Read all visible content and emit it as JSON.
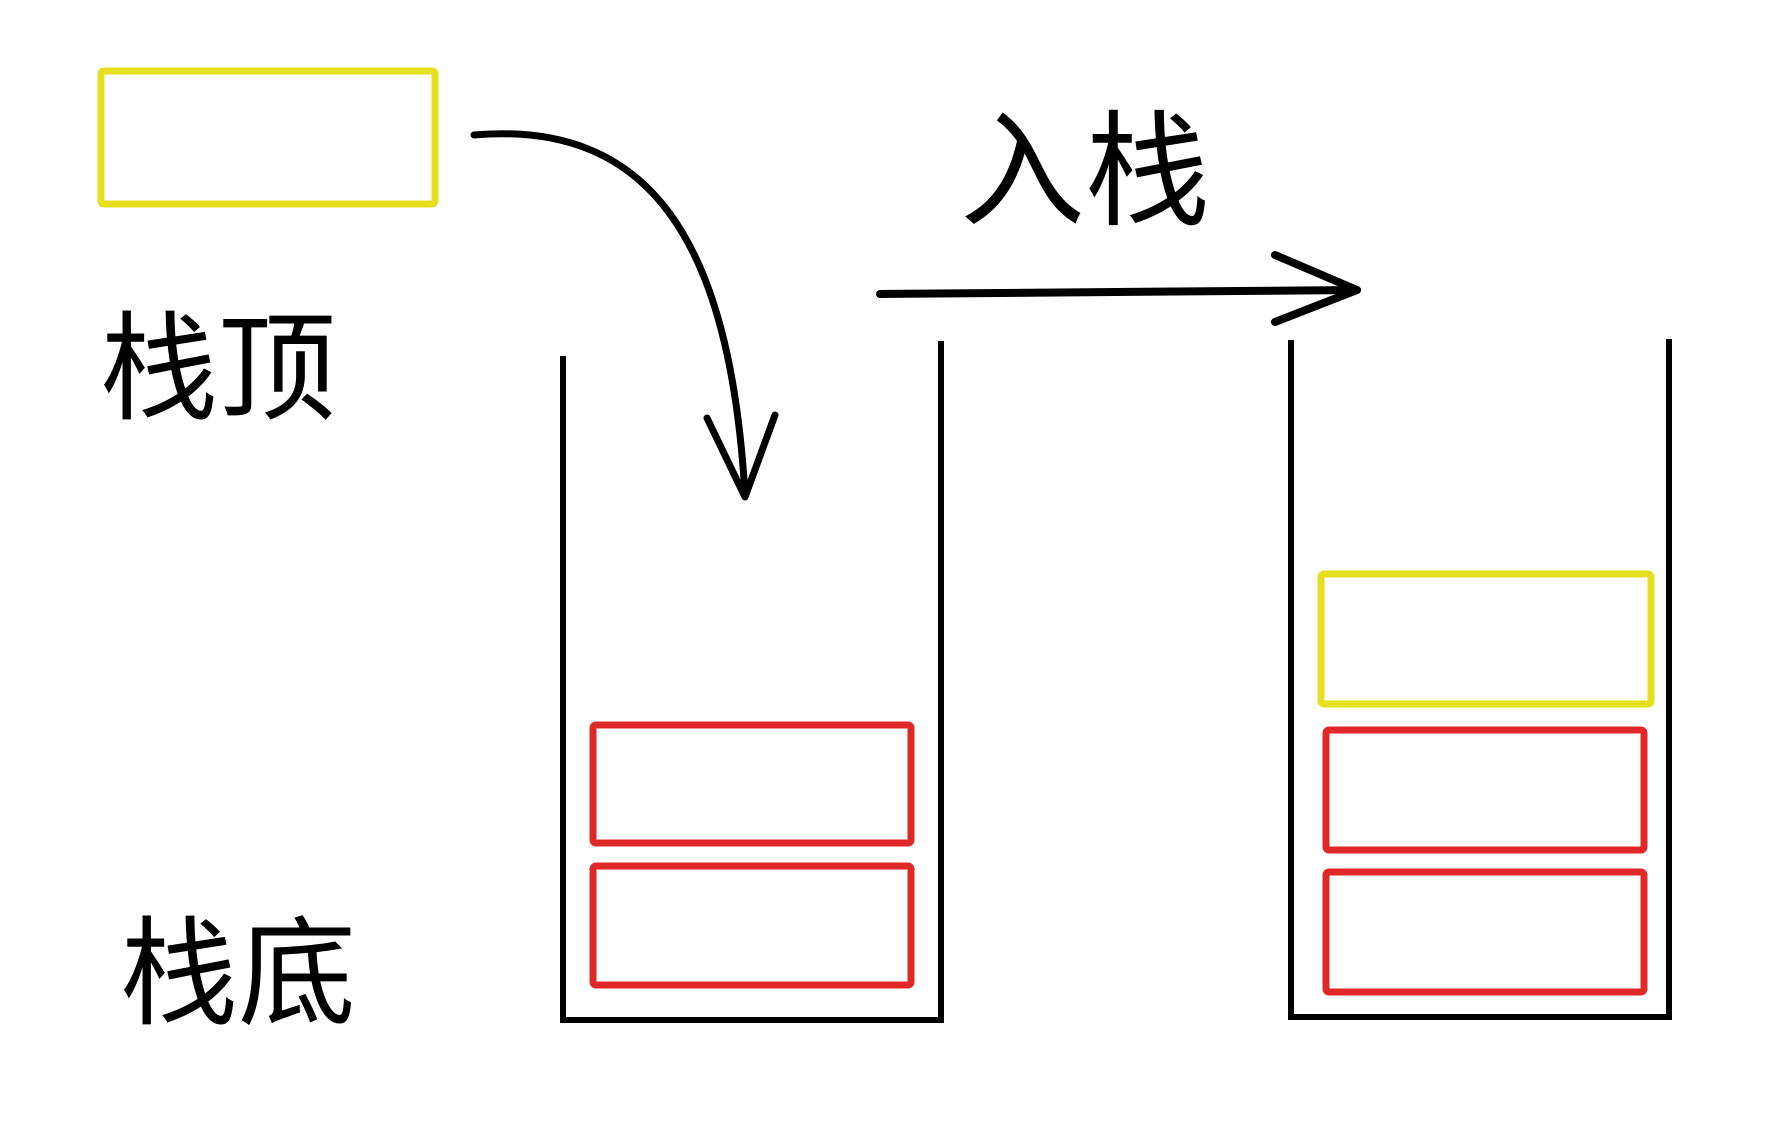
{
  "labels": {
    "stack_top": "栈顶",
    "stack_bottom": "栈底",
    "push": "入栈"
  },
  "colors": {
    "new_element": "#e6df1e",
    "existing_element": "#e02828",
    "ink": "#000000"
  },
  "stacks": {
    "before": {
      "elements": [
        "existing",
        "existing"
      ]
    },
    "after": {
      "elements": [
        "new",
        "existing",
        "existing"
      ]
    }
  }
}
